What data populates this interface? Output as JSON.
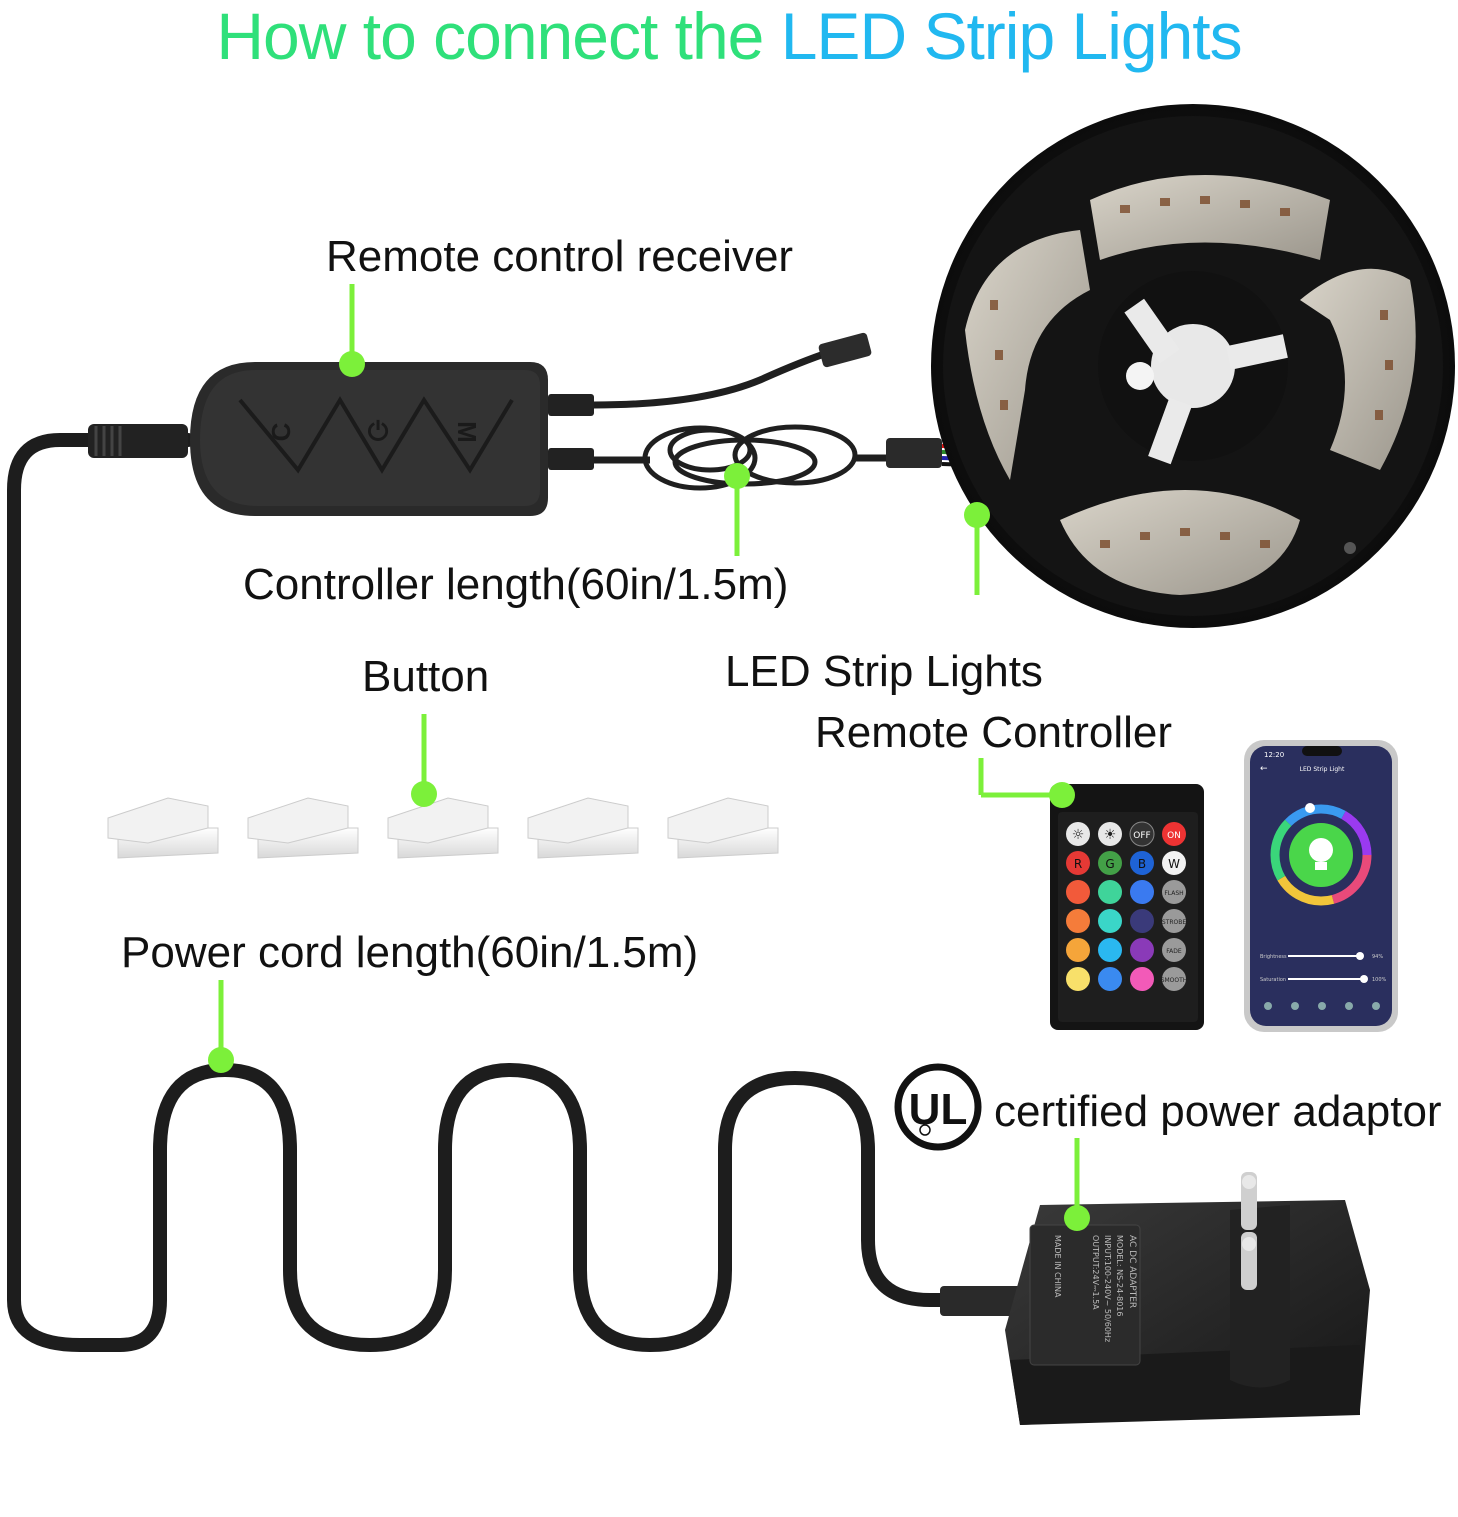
{
  "title": {
    "part1": "How to connect the",
    "part2": "LED Strip Lights",
    "color1": "#2fe07a",
    "color2": "#21b8f0"
  },
  "accent_color": "#7cf03a",
  "labels": {
    "receiver": "Remote control receiver",
    "controller_length": "Controller length(60in/1.5m)",
    "button": "Button",
    "led_strip": "LED Strip Lights",
    "remote": "Remote Controller",
    "power_cord": "Power cord length(60in/1.5m)",
    "adaptor": "certified power adaptor"
  },
  "ul_logo": {
    "text": "UL"
  },
  "receiver_buttons": [
    "C",
    "⏻",
    "M"
  ],
  "remote_keys": {
    "top": [
      "☼",
      "☀",
      "OFF",
      "ON"
    ],
    "rgbw": [
      "R",
      "G",
      "B",
      "W"
    ],
    "side": [
      "FLASH",
      "STROBE",
      "FADE",
      "SMOOTH"
    ]
  },
  "phone": {
    "time": "12:20",
    "app_title": "LED Strip Light",
    "brightness_label": "Brightness",
    "brightness_value": "94%",
    "saturation_label": "Saturation",
    "saturation_value": "100%"
  },
  "adapter_label": {
    "line1": "AC DC ADAPTER",
    "line2": "MODEL: NS-24-8016",
    "line3": "INPUT:100-240V~ 50/60Hz",
    "line4": "OUTPUT:24V⎓1.5A",
    "line5": "MADE IN CHINA"
  }
}
